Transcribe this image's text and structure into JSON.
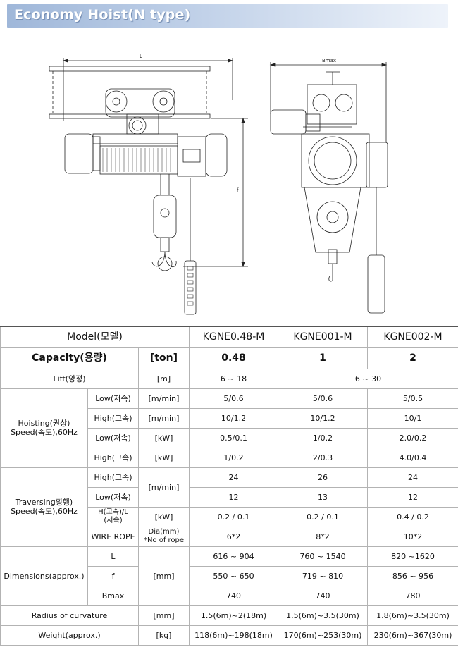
{
  "header": {
    "title": "Economy Hoist(N type)"
  },
  "drawing": {
    "front_dims": {
      "length": "L",
      "height": "f"
    },
    "side_dims": {
      "width": "Bmax"
    }
  },
  "table": {
    "model_label": "Model(모델)",
    "models": [
      "KGNE0.48-M",
      "KGNE001-M",
      "KGNE002-M"
    ],
    "capacity": {
      "label": "Capacity(용량)",
      "unit": "[ton]",
      "values": [
        "0.48",
        "1",
        "2"
      ]
    },
    "lift": {
      "label": "Lift(양정)",
      "unit": "[m]",
      "v1": "6 ~ 18",
      "v23": "6  ~ 30"
    },
    "hoisting": {
      "label1": "Hoisting(권상)",
      "label2": "Speed(속도),60Hz",
      "rows": [
        {
          "sub": "Low(저속)",
          "unit": "[m/min]",
          "values": [
            "5/0.6",
            "5/0.6",
            "5/0.5"
          ]
        },
        {
          "sub": "High(고속)",
          "unit": "[m/min]",
          "values": [
            "10/1.2",
            "10/1.2",
            "10/1"
          ]
        },
        {
          "sub": "Low(저속)",
          "unit": "[kW]",
          "values": [
            "0.5/0.1",
            "1/0.2",
            "2.0/0.2"
          ]
        },
        {
          "sub": "High(고속)",
          "unit": "[kW]",
          "values": [
            "1/0.2",
            "2/0.3",
            "4.0/0.4"
          ]
        }
      ]
    },
    "traversing": {
      "label1": "Traversing횡행)",
      "label2": "Speed(속도),60Hz",
      "speed_unit": "[m/min]",
      "high": {
        "sub": "High(고속)",
        "values": [
          "24",
          "26",
          "24"
        ]
      },
      "low": {
        "sub": "Low(저속)",
        "values": [
          "12",
          "13",
          "12"
        ]
      },
      "power": {
        "sub1": "H(고속)/L",
        "sub2": "(저속)",
        "unit": "[kW]",
        "values": [
          "0.2 / 0.1",
          "0.2 / 0.1",
          "0.4 / 0.2"
        ]
      },
      "rope": {
        "sub": "WIRE ROPE",
        "unit1": "Dia(mm)",
        "unit2": "*No of rope",
        "values": [
          "6*2",
          "8*2",
          "10*2"
        ]
      }
    },
    "dimensions": {
      "label": "Dimensions(approx.)",
      "unit": "[mm]",
      "rows": [
        {
          "sub": "L",
          "values": [
            "616 ~ 904",
            "760 ~ 1540",
            "820 ~1620"
          ]
        },
        {
          "sub": "f",
          "values": [
            "550 ~ 650",
            "719 ~ 810",
            "856 ~ 956"
          ]
        },
        {
          "sub": "Bmax",
          "values": [
            "740",
            "740",
            "780"
          ]
        }
      ]
    },
    "radius": {
      "label": "Radius of curvature",
      "unit": "[mm]",
      "values": [
        "1.5(6m)~2(18m)",
        "1.5(6m)~3.5(30m)",
        "1.8(6m)~3.5(30m)"
      ]
    },
    "weight": {
      "label": "Weight(approx.)",
      "unit": "[kg]",
      "values": [
        "118(6m)~198(18m)",
        "170(6m)~253(30m)",
        "230(6m)~367(30m)"
      ]
    }
  }
}
